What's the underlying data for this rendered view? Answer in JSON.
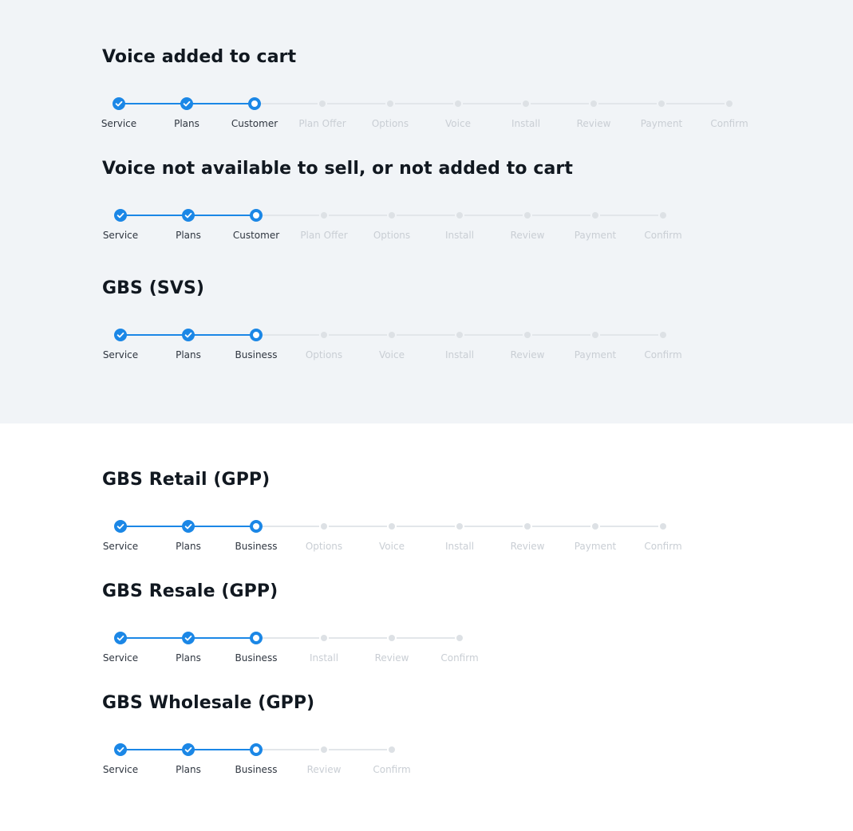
{
  "colors": {
    "accent": "#1b87e6",
    "inactive_dot": "#dde1e5",
    "inactive_text": "#c9ced4",
    "active_text": "#2f3640",
    "title": "#111820",
    "gray_panel_bg": "#f1f4f7",
    "white_panel_bg": "#ffffff"
  },
  "icons": {
    "done": "check-icon"
  },
  "sections": [
    {
      "title": "Voice added to cart",
      "steps": [
        {
          "label": "Service",
          "status": "done"
        },
        {
          "label": "Plans",
          "status": "done"
        },
        {
          "label": "Customer",
          "status": "current"
        },
        {
          "label": "Plan Offer",
          "status": "todo"
        },
        {
          "label": "Options",
          "status": "todo"
        },
        {
          "label": "Voice",
          "status": "todo"
        },
        {
          "label": "Install",
          "status": "todo"
        },
        {
          "label": "Review",
          "status": "todo"
        },
        {
          "label": "Payment",
          "status": "todo"
        },
        {
          "label": "Confirm",
          "status": "todo"
        }
      ]
    },
    {
      "title": "Voice not available to sell, or not added to cart",
      "steps": [
        {
          "label": "Service",
          "status": "done"
        },
        {
          "label": "Plans",
          "status": "done"
        },
        {
          "label": "Customer",
          "status": "current"
        },
        {
          "label": "Plan Offer",
          "status": "todo"
        },
        {
          "label": "Options",
          "status": "todo"
        },
        {
          "label": "Install",
          "status": "todo"
        },
        {
          "label": "Review",
          "status": "todo"
        },
        {
          "label": "Payment",
          "status": "todo"
        },
        {
          "label": "Confirm",
          "status": "todo"
        }
      ]
    },
    {
      "title": "GBS (SVS)",
      "steps": [
        {
          "label": "Service",
          "status": "done"
        },
        {
          "label": "Plans",
          "status": "done"
        },
        {
          "label": "Business",
          "status": "current"
        },
        {
          "label": "Options",
          "status": "todo"
        },
        {
          "label": "Voice",
          "status": "todo"
        },
        {
          "label": "Install",
          "status": "todo"
        },
        {
          "label": "Review",
          "status": "todo"
        },
        {
          "label": "Payment",
          "status": "todo"
        },
        {
          "label": "Confirm",
          "status": "todo"
        }
      ]
    },
    {
      "title": "GBS Retail (GPP)",
      "steps": [
        {
          "label": "Service",
          "status": "done"
        },
        {
          "label": "Plans",
          "status": "done"
        },
        {
          "label": "Business",
          "status": "current"
        },
        {
          "label": "Options",
          "status": "todo"
        },
        {
          "label": "Voice",
          "status": "todo"
        },
        {
          "label": "Install",
          "status": "todo"
        },
        {
          "label": "Review",
          "status": "todo"
        },
        {
          "label": "Payment",
          "status": "todo"
        },
        {
          "label": "Confirm",
          "status": "todo"
        }
      ]
    },
    {
      "title": "GBS Resale (GPP)",
      "steps": [
        {
          "label": "Service",
          "status": "done"
        },
        {
          "label": "Plans",
          "status": "done"
        },
        {
          "label": "Business",
          "status": "current"
        },
        {
          "label": "Install",
          "status": "todo"
        },
        {
          "label": "Review",
          "status": "todo"
        },
        {
          "label": "Confirm",
          "status": "todo"
        }
      ]
    },
    {
      "title": "GBS Wholesale (GPP)",
      "steps": [
        {
          "label": "Service",
          "status": "done"
        },
        {
          "label": "Plans",
          "status": "done"
        },
        {
          "label": "Business",
          "status": "current"
        },
        {
          "label": "Review",
          "status": "todo"
        },
        {
          "label": "Confirm",
          "status": "todo"
        }
      ]
    }
  ]
}
